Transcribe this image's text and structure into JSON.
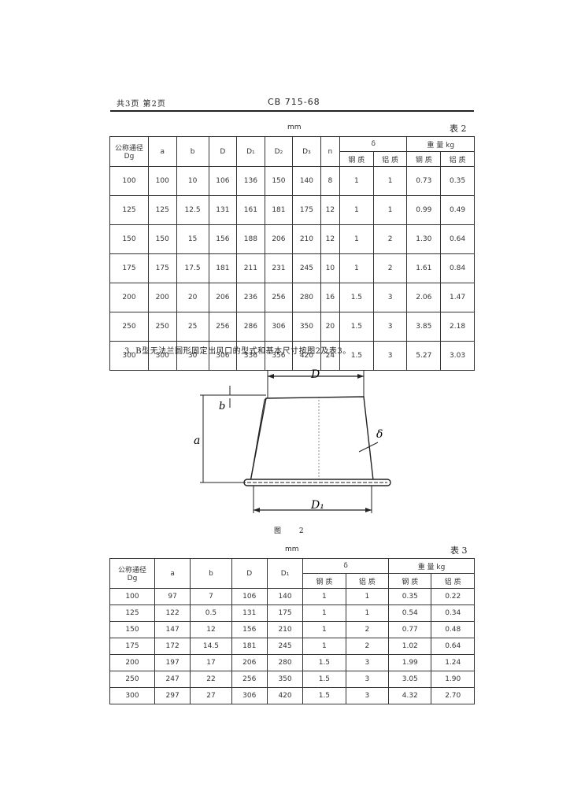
{
  "header": {
    "left": "共3页  第2页",
    "center": "CB 715-68"
  },
  "table2": {
    "unit": "mm",
    "label": "表 2",
    "head": {
      "dg_line1": "公称通径",
      "dg_line2": "Dg",
      "a": "a",
      "b": "b",
      "D": "D",
      "D1": "D₁",
      "D2": "D₂",
      "D3": "D₃",
      "n": "n",
      "delta": "δ",
      "steel": "钢 质",
      "al": "铝 质",
      "weight": "重 量  kg",
      "w_steel": "钢 质",
      "w_al": "铝 质"
    },
    "rows": [
      [
        "100",
        "100",
        "10",
        "106",
        "136",
        "150",
        "140",
        "8",
        "1",
        "1",
        "0.73",
        "0.35"
      ],
      [
        "125",
        "125",
        "12.5",
        "131",
        "161",
        "181",
        "175",
        "12",
        "1",
        "1",
        "0.99",
        "0.49"
      ],
      [
        "150",
        "150",
        "15",
        "156",
        "188",
        "206",
        "210",
        "12",
        "1",
        "2",
        "1.30",
        "0.64"
      ],
      [
        "175",
        "175",
        "17.5",
        "181",
        "211",
        "231",
        "245",
        "10",
        "1",
        "2",
        "1.61",
        "0.84"
      ],
      [
        "200",
        "200",
        "20",
        "206",
        "236",
        "256",
        "280",
        "16",
        "1.5",
        "3",
        "2.06",
        "1.47"
      ],
      [
        "250",
        "250",
        "25",
        "256",
        "286",
        "306",
        "350",
        "20",
        "1.5",
        "3",
        "3.85",
        "2.18"
      ],
      [
        "300",
        "300",
        "30",
        "306",
        "336",
        "356",
        "420",
        "24",
        "1.5",
        "3",
        "5.27",
        "3.03"
      ]
    ]
  },
  "paragraph": "3.  B型无法兰圆形固定出风口的型式和基本尺寸按图2及表3。",
  "figure": {
    "caption": "图   2",
    "labels": {
      "top": "D",
      "bottom": "D₁",
      "height": "a",
      "flange": "b",
      "thickness": "δ"
    }
  },
  "table3": {
    "unit": "mm",
    "label": "表 3",
    "head": {
      "dg_line1": "公称通径",
      "dg_line2": "Dg",
      "a": "a",
      "b": "b",
      "D": "D",
      "D1": "D₁",
      "delta": "δ",
      "steel": "钢  质",
      "al": "铝  质",
      "weight": "重    量   kg",
      "w_steel": "钢  质",
      "w_al": "铝  质"
    },
    "rows": [
      [
        "100",
        "97",
        "7",
        "106",
        "140",
        "1",
        "1",
        "0.35",
        "0.22"
      ],
      [
        "125",
        "122",
        "0.5",
        "131",
        "175",
        "1",
        "1",
        "0.54",
        "0.34"
      ],
      [
        "150",
        "147",
        "12",
        "156",
        "210",
        "1",
        "2",
        "0.77",
        "0.48"
      ],
      [
        "175",
        "172",
        "14.5",
        "181",
        "245",
        "1",
        "2",
        "1.02",
        "0.64"
      ],
      [
        "200",
        "197",
        "17",
        "206",
        "280",
        "1.5",
        "3",
        "1.99",
        "1.24"
      ],
      [
        "250",
        "247",
        "22",
        "256",
        "350",
        "1.5",
        "3",
        "3.05",
        "1.90"
      ],
      [
        "300",
        "297",
        "27",
        "306",
        "420",
        "1.5",
        "3",
        "4.32",
        "2.70"
      ]
    ]
  }
}
